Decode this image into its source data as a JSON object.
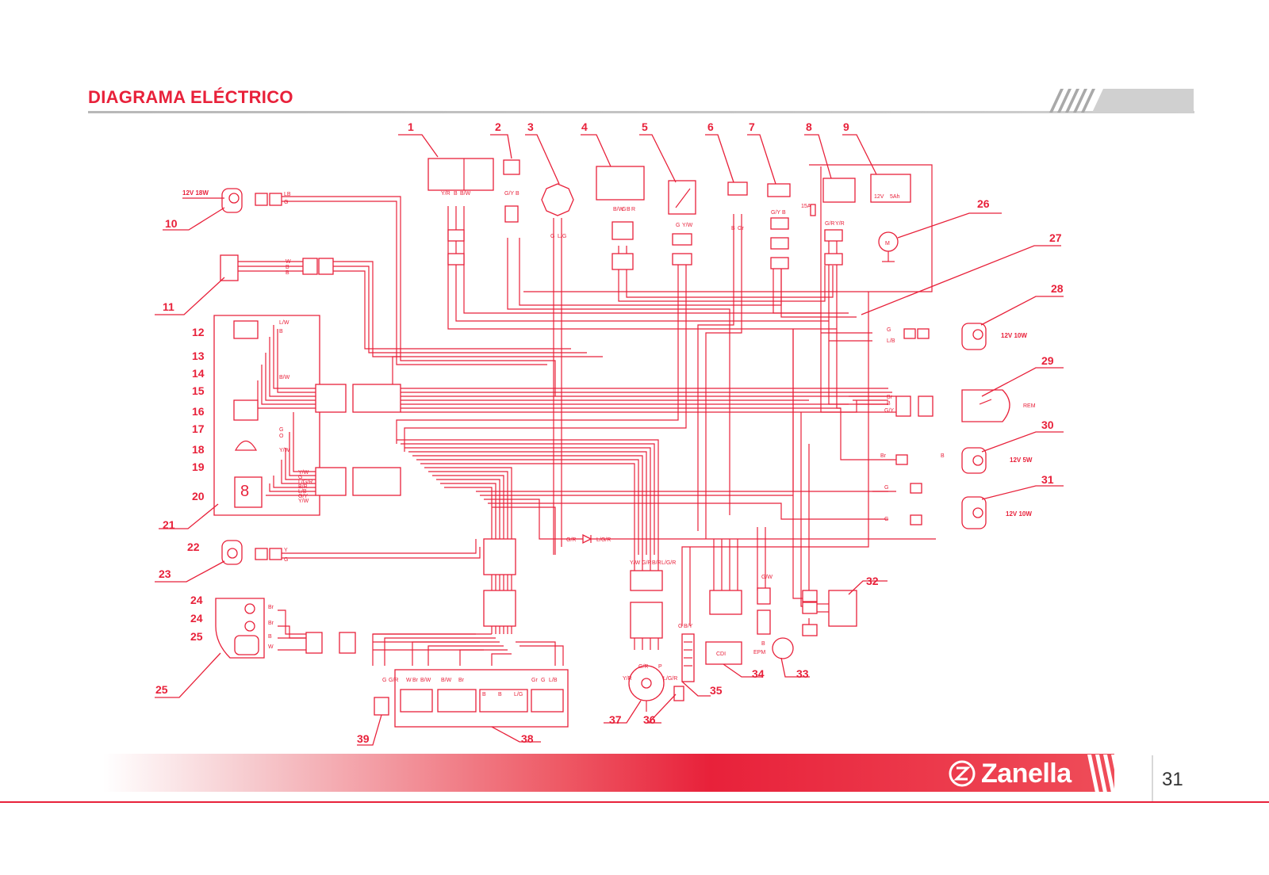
{
  "header": {
    "title": "DIAGRAMA ELÉCTRICO"
  },
  "footer": {
    "brand": "Zanella",
    "page_number": "31"
  },
  "colors": {
    "accent": "#e8213a",
    "rule": "#c4c4c4"
  },
  "callouts": [
    "1",
    "2",
    "3",
    "4",
    "5",
    "6",
    "7",
    "8",
    "9",
    "10",
    "11",
    "12",
    "13",
    "14",
    "15",
    "16",
    "17",
    "18",
    "19",
    "20",
    "21",
    "22",
    "23",
    "24",
    "24",
    "25",
    "25",
    "26",
    "27",
    "28",
    "29",
    "30",
    "31",
    "32",
    "33",
    "34",
    "35",
    "36",
    "37",
    "38",
    "39"
  ],
  "bulb_ratings": {
    "c10": "12V 18W",
    "c28": "12V 10W",
    "c30": "12V 5W",
    "c31": "12V 10W"
  },
  "component_labels": {
    "cdi": "CDI",
    "fuse": "15A",
    "battery_v": "12V",
    "battery_ah": "5Ah",
    "rem": "REM",
    "epm": "EPM"
  },
  "wire_codes": {
    "c10": [
      "LB",
      "G"
    ],
    "c11": [
      "W",
      "B",
      "B"
    ],
    "c1": [
      "Y/R",
      "B",
      "B/W"
    ],
    "c2": [
      "G/Y",
      "B"
    ],
    "c3": [
      "G",
      "L/G"
    ],
    "c4": [
      "B/W",
      "G",
      "B",
      "R"
    ],
    "c5": [
      "G",
      "Y/W"
    ],
    "c6": [
      "B",
      "Gr"
    ],
    "c7": [
      "G/Y",
      "B"
    ],
    "c8": [
      "G/R",
      "Y/R"
    ],
    "c28": [
      "G",
      "L/B"
    ],
    "c29": [
      "Br",
      "B",
      "G/Y"
    ],
    "c30": [
      "Br",
      "B"
    ],
    "c31": [
      "G",
      "G"
    ],
    "panel_a": [
      "L/W",
      "B",
      "B/W",
      "Y/W",
      "G",
      "O"
    ],
    "panel_b": [
      "Y/W",
      "G",
      "L/G/R",
      "B/R",
      "L/B",
      "G/Y",
      "Y/W"
    ],
    "c22": [
      "Y",
      "G"
    ],
    "c24": [
      "Br",
      "Br"
    ],
    "c25": [
      "B",
      "W"
    ],
    "bottom": [
      "Y/W",
      "G/R",
      "B/R",
      "L/G/R"
    ],
    "c38": [
      "G",
      "G/R",
      "W",
      "Br",
      "B/W",
      "B/W",
      "Br",
      "B",
      "B",
      "L/G",
      "Gr",
      "G",
      "L/B"
    ],
    "c33": [
      "G/W",
      "B"
    ],
    "c35": [
      "G",
      "B/Y"
    ],
    "c37": [
      "Y/R",
      "G/R",
      "P",
      "L/G/R"
    ],
    "diode": [
      "G/R",
      "L/G/R"
    ]
  }
}
